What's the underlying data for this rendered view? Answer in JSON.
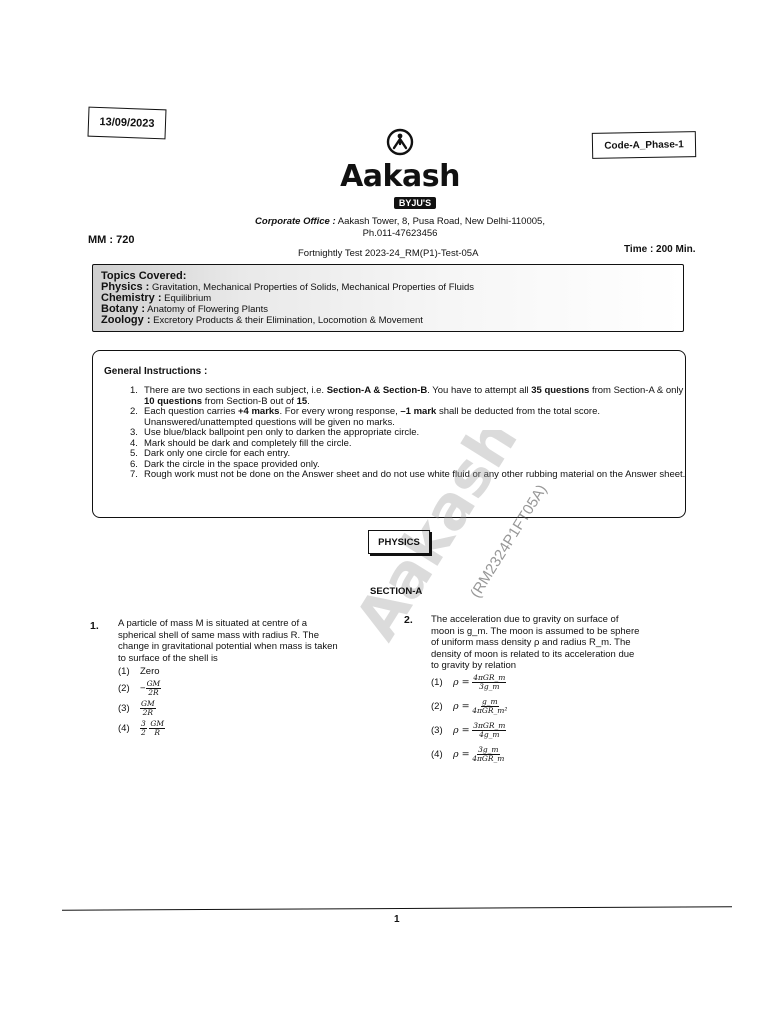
{
  "header": {
    "date": "13/09/2023",
    "code": "Code-A_Phase-1",
    "logo_text": "Aakash",
    "logo_sub": "BYJU'S",
    "office_label": "Corporate Office :",
    "office_address": "Aakash Tower, 8, Pusa Road, New Delhi-110005,",
    "office_phone": "Ph.011-47623456",
    "max_marks": "MM : 720",
    "time": "Time : 200 Min.",
    "test_name": "Fortnightly Test 2023-24_RM(P1)-Test-05A"
  },
  "topics": {
    "heading": "Topics Covered:",
    "rows": [
      {
        "key": "Physics :",
        "value": "Gravitation, Mechanical Properties of Solids, Mechanical Properties of Fluids"
      },
      {
        "key": "Chemistry :",
        "value": "Equilibrium"
      },
      {
        "key": "Botany :",
        "value": "Anatomy of Flowering Plants"
      },
      {
        "key": "Zoology :",
        "value": "Excretory Products & their Elimination, Locomotion & Movement"
      }
    ]
  },
  "instructions": {
    "title": "General Instructions :",
    "items": [
      {
        "n": "1.",
        "parts": [
          "There are two sections in each subject, i.e. ",
          "Section-A & Section-B",
          ". You have to attempt all ",
          "35 questions",
          " from Section-A & only ",
          "10 questions",
          " from Section-B out of ",
          "15",
          "."
        ]
      },
      {
        "n": "2.",
        "parts": [
          "Each question carries ",
          "+4 marks",
          ". For every wrong response, ",
          "–1 mark",
          " shall be deducted from the total score. Unanswered/unattempted questions will be given no marks."
        ]
      },
      {
        "n": "3.",
        "parts": [
          "Use blue/black ballpoint pen only to darken the appropriate circle."
        ]
      },
      {
        "n": "4.",
        "parts": [
          "Mark should be dark and completely fill the circle."
        ]
      },
      {
        "n": "5.",
        "parts": [
          "Dark only one circle for each entry."
        ]
      },
      {
        "n": "6.",
        "parts": [
          "Dark the circle in the space provided only."
        ]
      },
      {
        "n": "7.",
        "parts": [
          "Rough work must not be done on the Answer sheet and do not use white fluid or any other rubbing material on the Answer sheet."
        ]
      }
    ]
  },
  "subject": "PHYSICS",
  "section": "SECTION-A",
  "watermark": {
    "brand": "Aakash",
    "code": "(RM2324P1FT05A)"
  },
  "questions": [
    {
      "number": "1.",
      "text": "A particle of mass M is situated at centre of a spherical shell of same mass with radius R. The change in gravitational potential when mass is taken to surface of the shell is",
      "options": [
        {
          "label": "(1)",
          "text": "Zero"
        },
        {
          "label": "(2)",
          "prefix": "−",
          "num": "GM",
          "den": "2R"
        },
        {
          "label": "(3)",
          "num": "GM",
          "den": "2R"
        },
        {
          "label": "(4)",
          "num": "3",
          "den": "2",
          "num2": "GM",
          "den2": "R"
        }
      ]
    },
    {
      "number": "2.",
      "text": "The acceleration due to gravity on surface of moon is g_m. The moon is assumed to be sphere of uniform mass density ρ and radius R_m. The density of moon is related to its acceleration due to gravity by relation",
      "options": [
        {
          "label": "(1)",
          "lhs": "ρ =",
          "num": "4πGR_m",
          "den": "3g_m"
        },
        {
          "label": "(2)",
          "lhs": "ρ =",
          "num": "g_m",
          "den": "4πGR_m²"
        },
        {
          "label": "(3)",
          "lhs": "ρ =",
          "num": "3πGR_m",
          "den": "4g_m"
        },
        {
          "label": "(4)",
          "lhs": "ρ =",
          "num": "3g_m",
          "den": "4πGR_m"
        }
      ]
    }
  ],
  "footer": {
    "page": "1"
  }
}
